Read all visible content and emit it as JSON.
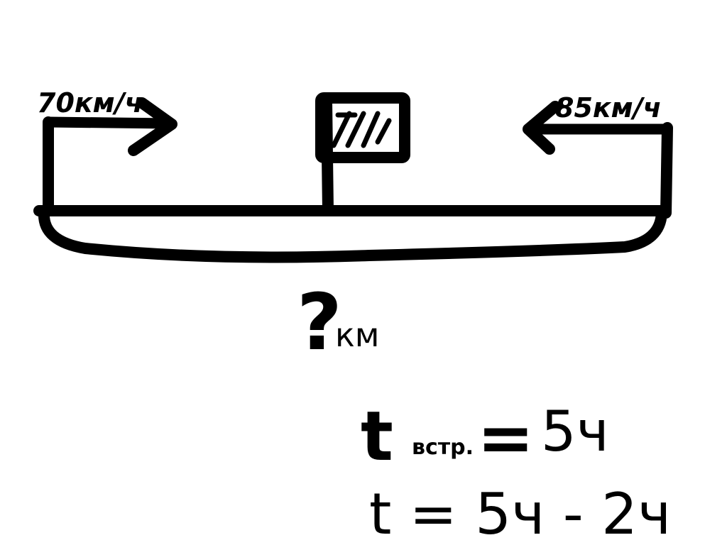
{
  "diagram": {
    "left_speed": "70км/ч",
    "right_speed": "85км/ч",
    "distance_question": "?",
    "distance_unit": "км"
  },
  "equations": {
    "meet_symbol": "t",
    "meet_subscript": "встр.",
    "meet_equals": "=",
    "meet_value": "5ч",
    "line2": "t = 5ч - 2ч"
  }
}
